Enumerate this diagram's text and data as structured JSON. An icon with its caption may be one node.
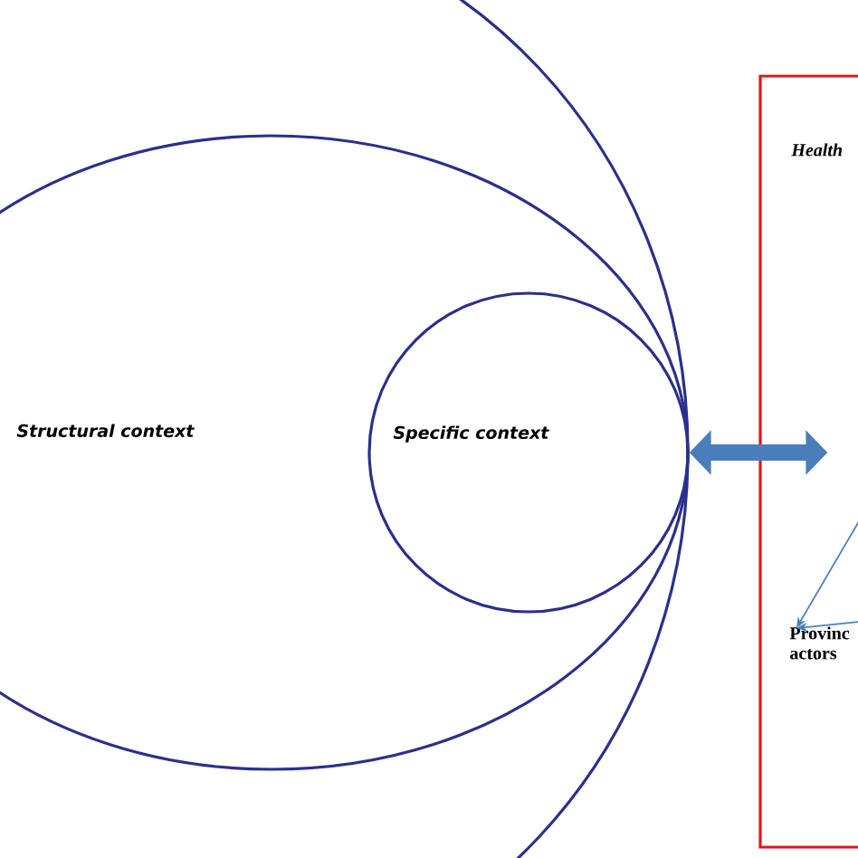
{
  "diagram": {
    "nodes": [
      {
        "text": [],
        "shape": "ellipse"
      },
      {
        "text": [
          "Structural context"
        ],
        "in": 0
      },
      {
        "text": [
          "Specific context"
        ],
        "in": 1
      },
      {
        "text": [
          "Health"
        ]
      },
      {
        "text": [
          "Provinc actors"
        ],
        "in": 3
      }
    ],
    "edges": [
      {
        "from": 2,
        "to": 3,
        "arrow": "both",
        "style": "thick"
      },
      {
        "from": null,
        "to": 4,
        "arrow": "to"
      },
      {
        "from": null,
        "to": 4,
        "arrow": "to"
      }
    ]
  }
}
